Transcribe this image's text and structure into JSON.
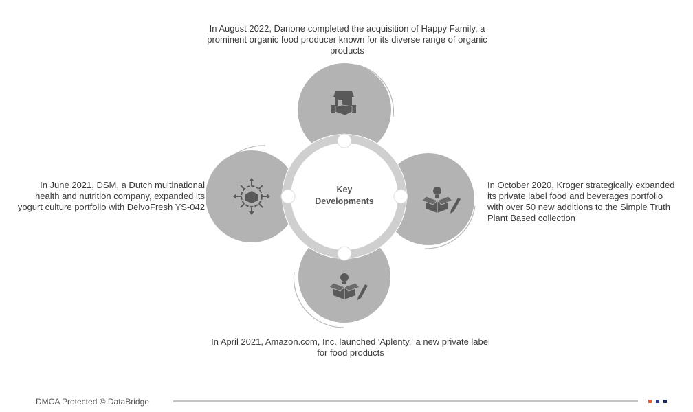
{
  "center": {
    "line1": "Key",
    "line2": "Developments"
  },
  "developments": {
    "top": {
      "text": "In August 2022, Danone completed the acquisition of Happy Family, a prominent organic food producer known for its diverse range of organic products",
      "icon": "store-handshake-icon"
    },
    "right": {
      "text": "In October 2020, Kroger strategically expanded its private label food and beverages portfolio with over 50 new additions to the Simple Truth Plant Based collection",
      "icon": "product-idea-box-icon"
    },
    "bottom": {
      "text": "In April 2021, Amazon.com, Inc. launched 'Aplenty,' a new private label for food products",
      "icon": "product-idea-box-icon"
    },
    "left": {
      "text": "In June 2021, DSM, a Dutch multinational health and nutrition company, expanded its yogurt culture portfolio with DelvoFresh YS-042",
      "icon": "box-distribution-icon"
    }
  },
  "footer": {
    "text": "DMCA Protected © DataBridge"
  },
  "colors": {
    "circle": "#b3b3b3",
    "ring": "#cfcfcf",
    "icon": "#595959",
    "sq1": "#f05a28",
    "sq2": "#283a8c",
    "sq3": "#1c2460"
  }
}
